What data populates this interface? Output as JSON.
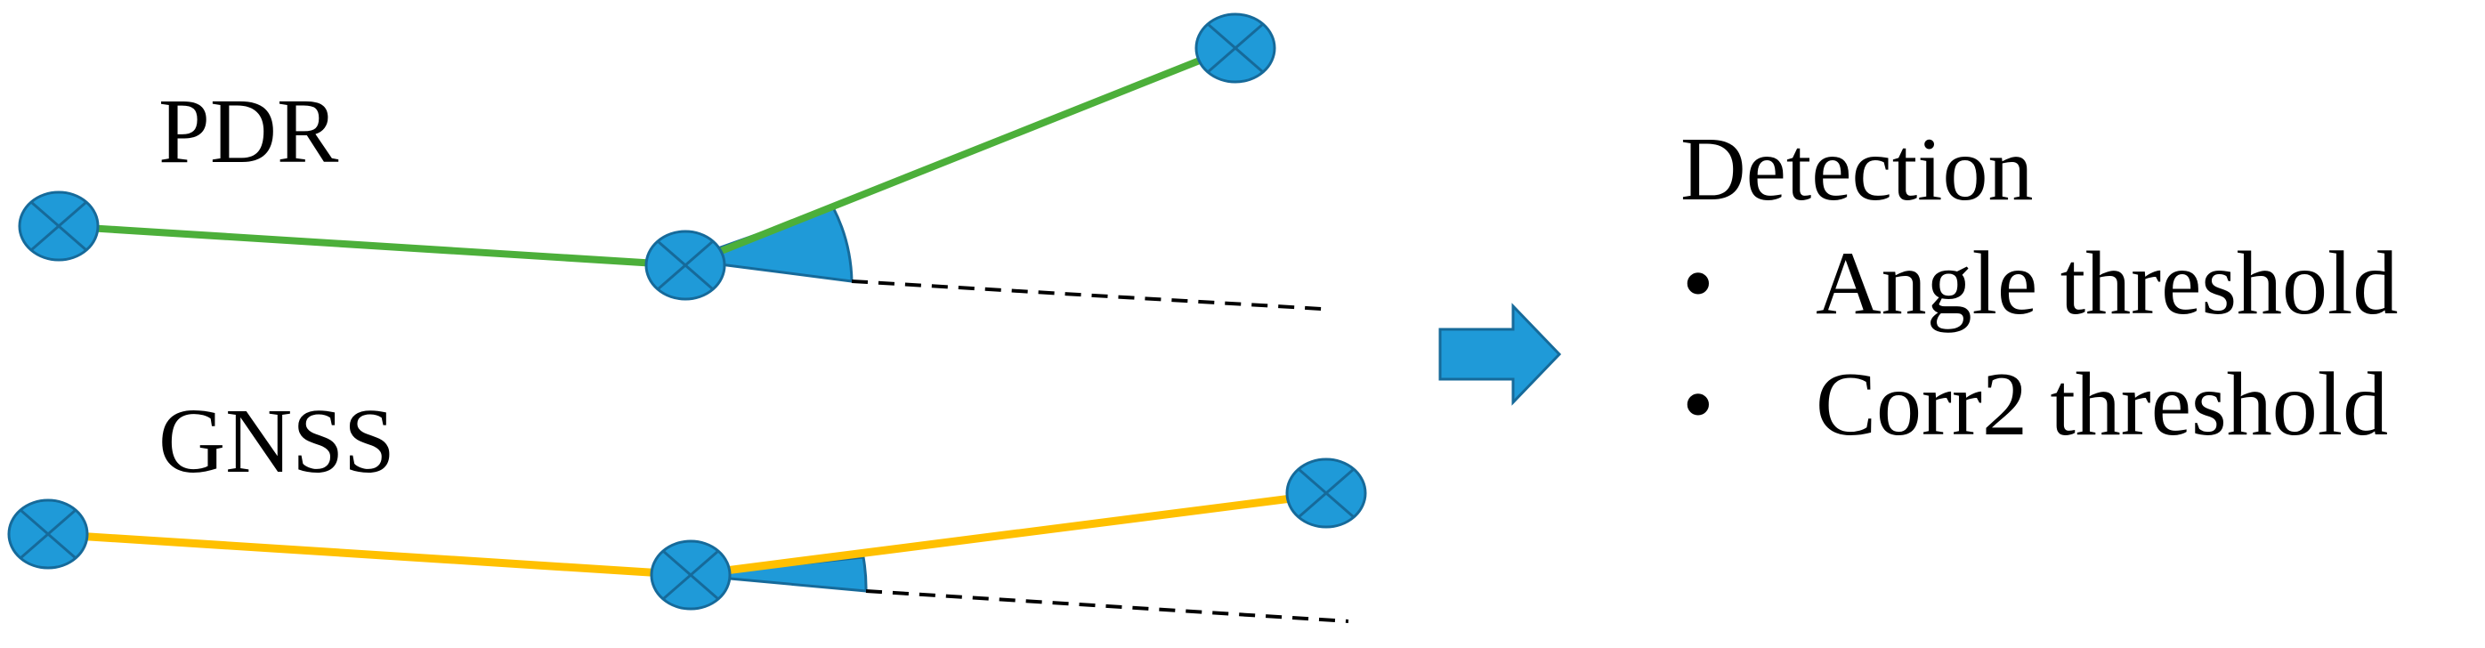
{
  "pdr": {
    "label": "PDR",
    "line_color": "#4caf3a"
  },
  "gnss": {
    "label": "GNSS",
    "line_color": "#ffc000"
  },
  "marker": {
    "fill_color": "#1f9ad8",
    "stroke_color": "#166a9a",
    "icon": "circle-with-x"
  },
  "arrow": {
    "color": "#1f9ad8",
    "icon": "right-arrow"
  },
  "detection": {
    "title": "Detection",
    "bullet": "•",
    "items": [
      "Angle threshold",
      "Corr2 threshold"
    ]
  }
}
